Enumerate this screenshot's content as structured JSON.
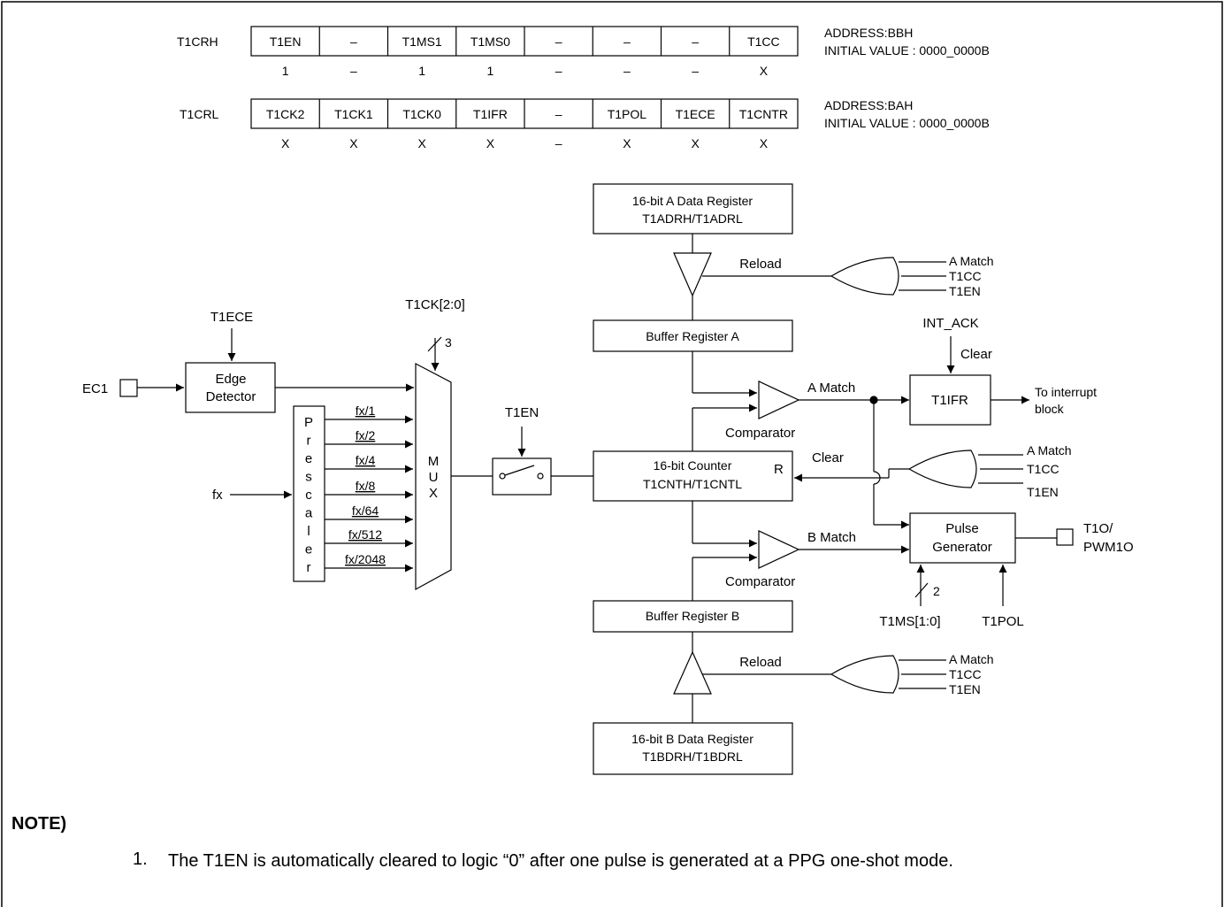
{
  "registers": {
    "t1crh": {
      "name": "T1CRH",
      "bits": [
        "T1EN",
        "–",
        "T1MS1",
        "T1MS0",
        "–",
        "–",
        "–",
        "T1CC"
      ],
      "init": [
        "1",
        "–",
        "1",
        "1",
        "–",
        "–",
        "–",
        "X"
      ],
      "address": "ADDRESS:BBH",
      "initial_value": "INITIAL VALUE : 0000_0000B"
    },
    "t1crl": {
      "name": "T1CRL",
      "bits": [
        "T1CK2",
        "T1CK1",
        "T1CK0",
        "T1IFR",
        "–",
        "T1POL",
        "T1ECE",
        "T1CNTR"
      ],
      "init": [
        "X",
        "X",
        "X",
        "X",
        "–",
        "X",
        "X",
        "X"
      ],
      "address": "ADDRESS:BAH",
      "initial_value": "INITIAL VALUE : 0000_0000B"
    }
  },
  "diagram": {
    "a_data_reg": [
      "16-bit A Data Register",
      "T1ADRH/T1ADRL"
    ],
    "b_data_reg": [
      "16-bit B Data Register",
      "T1BDRH/T1BDRL"
    ],
    "buffer_a": "Buffer Register A",
    "buffer_b": "Buffer Register B",
    "counter": [
      "16-bit Counter",
      "T1CNTH/T1CNTL"
    ],
    "counter_r": "R",
    "reload": "Reload",
    "or_inputs": [
      "A Match",
      "T1CC",
      "T1EN"
    ],
    "t1ece": "T1ECE",
    "ec1": "EC1",
    "edge_detector": [
      "Edge",
      "Detector"
    ],
    "fx": "fx",
    "prescaler_letters": [
      "P",
      "r",
      "e",
      "s",
      "c",
      "a",
      "l",
      "e",
      "r"
    ],
    "prescaler_outputs": [
      "fx/1",
      "fx/2",
      "fx/4",
      "fx/8",
      "fx/64",
      "fx/512",
      "fx/2048"
    ],
    "t1ck": "T1CK[2:0]",
    "bus3": "3",
    "mux_letters": [
      "M",
      "U",
      "X"
    ],
    "t1en_switch": "T1EN",
    "comparator": "Comparator",
    "a_match": "A Match",
    "b_match": "B Match",
    "int_ack": "INT_ACK",
    "clear": "Clear",
    "t1ifr": "T1IFR",
    "to_interrupt": [
      "To interrupt",
      "block"
    ],
    "pulse_generator": [
      "Pulse",
      "Generator"
    ],
    "output": [
      "T1O/",
      "PWM1O"
    ],
    "t1ms": "T1MS[1:0]",
    "bus2": "2",
    "t1pol": "T1POL"
  },
  "note": {
    "title": "NOTE)",
    "number": "1.",
    "text": "The T1EN is automatically cleared to logic “0” after one pulse is generated at a PPG one-shot mode."
  }
}
